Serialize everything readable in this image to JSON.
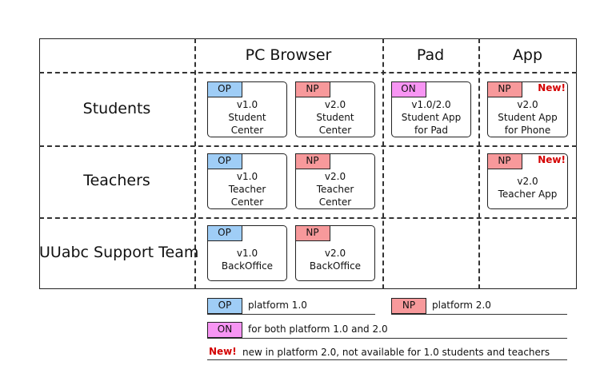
{
  "columns": [
    "PC Browser",
    "Pad",
    "App"
  ],
  "rows": [
    "Students",
    "Teachers",
    "UUabc Support Team"
  ],
  "cards": {
    "students_pc_op": {
      "tag": "OP",
      "lines": [
        "v1.0",
        "Student",
        "Center"
      ]
    },
    "students_pc_np": {
      "tag": "NP",
      "lines": [
        "v2.0",
        "Student",
        "Center"
      ]
    },
    "students_pad_on": {
      "tag": "ON",
      "lines": [
        "v1.0/2.0",
        "Student App",
        "for Pad"
      ]
    },
    "students_app_np": {
      "tag": "NP",
      "badge": "New!",
      "lines": [
        "v2.0",
        "Student App",
        "for Phone"
      ]
    },
    "teachers_pc_op": {
      "tag": "OP",
      "lines": [
        "v1.0",
        "Teacher",
        "Center"
      ]
    },
    "teachers_pc_np": {
      "tag": "NP",
      "lines": [
        "v2.0",
        "Teacher",
        "Center"
      ]
    },
    "teachers_app_np": {
      "tag": "NP",
      "badge": "New!",
      "lines": [
        "v2.0",
        "Teacher App"
      ]
    },
    "support_pc_op": {
      "tag": "OP",
      "lines": [
        "v1.0",
        "BackOffice"
      ]
    },
    "support_pc_np": {
      "tag": "NP",
      "lines": [
        "v2.0",
        "BackOffice"
      ]
    }
  },
  "legend": {
    "op": {
      "tag": "OP",
      "text": "platform 1.0"
    },
    "np": {
      "tag": "NP",
      "text": "platform 2.0"
    },
    "on": {
      "tag": "ON",
      "text": "for both platform 1.0 and 2.0"
    },
    "new": {
      "tag": "New!",
      "text": "new in platform 2.0, not available for 1.0 students and teachers"
    }
  },
  "colors": {
    "op": "#9fcdf6",
    "np": "#f7999b",
    "on": "#f795f3",
    "new": "#d40000"
  }
}
